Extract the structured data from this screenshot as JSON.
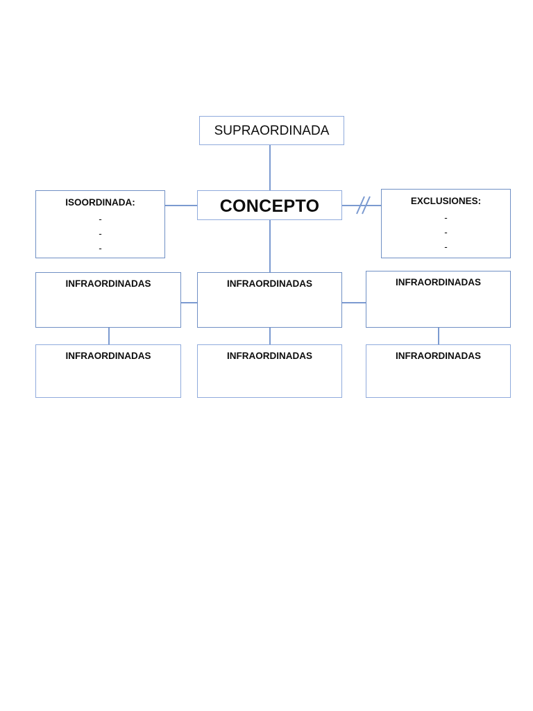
{
  "diagram": {
    "type": "concept-map",
    "title_node": "CONCEPTO",
    "accent_color": "#8FAADC",
    "edge_color": "#7B9AD0",
    "text_color": "#0d0d0d",
    "background": "#ffffff",
    "nodes": {
      "supraordinada": {
        "label": "SUPRAORDINADA"
      },
      "concepto": {
        "label": "CONCEPTO"
      },
      "isoordinada": {
        "label": "ISOORDINADA:",
        "items": [
          "-",
          "-",
          "-"
        ]
      },
      "exclusiones": {
        "label": "EXCLUSIONES:",
        "items": [
          "-",
          "-",
          "-"
        ]
      },
      "infra_mid_left": {
        "label": "INFRAORDINADAS"
      },
      "infra_mid_center": {
        "label": "INFRAORDINADAS"
      },
      "infra_mid_right": {
        "label": "INFRAORDINADAS"
      },
      "infra_bottom_left": {
        "label": "INFRAORDINADAS"
      },
      "infra_bottom_center": {
        "label": "INFRAORDINADAS"
      },
      "infra_bottom_right": {
        "label": "INFRAORDINADAS"
      }
    },
    "connectors": {
      "exclusion_break_icon": "double-slash-break-icon"
    }
  }
}
